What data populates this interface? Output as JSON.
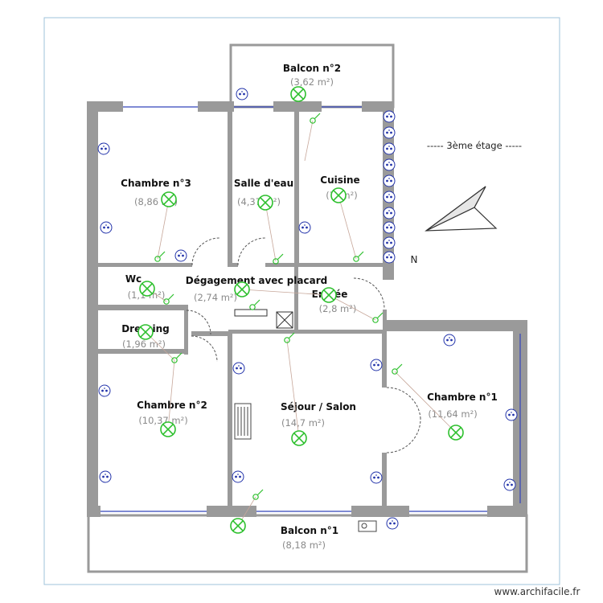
{
  "rooms": [
    {
      "name": "Balcon n°2",
      "area": "(3,62 m²)"
    },
    {
      "name": "Chambre n°3",
      "area": "(8,86 m²)"
    },
    {
      "name": "Salle d'eau",
      "area": "(4,37 m²)"
    },
    {
      "name": "Cuisine",
      "area": "(7,   m²)"
    },
    {
      "name": "Wc",
      "area": "(1,1  m²)"
    },
    {
      "name": "Dégagement avec placard",
      "area": "(2,74 m²)"
    },
    {
      "name": "Entrée",
      "area": "(2,8 m²)"
    },
    {
      "name": "Dressing",
      "area": "(1,96 m²)"
    },
    {
      "name": "Chambre n°2",
      "area": "(10,37 m²)"
    },
    {
      "name": "Séjour / Salon",
      "area": "(14,7 m²)"
    },
    {
      "name": "Chambre n°1",
      "area": "(11,64 m²)"
    },
    {
      "name": "Balcon n°1",
      "area": "(8,18 m²)"
    }
  ],
  "floor_label": "----- 3ème étage -----",
  "north_label": "N",
  "credit": "www.archifacile.fr",
  "colors": {
    "wall": "#9a9a9a",
    "light": "#2ec02e",
    "outlet": "#2233aa",
    "window": "#3344bb",
    "frame": "#9fc3db"
  },
  "icons": [
    "light-fixture-icon",
    "power-outlet-icon",
    "switch-icon",
    "radiator-icon",
    "north-arrow-icon",
    "elevator-icon",
    "electric-panel-icon"
  ]
}
